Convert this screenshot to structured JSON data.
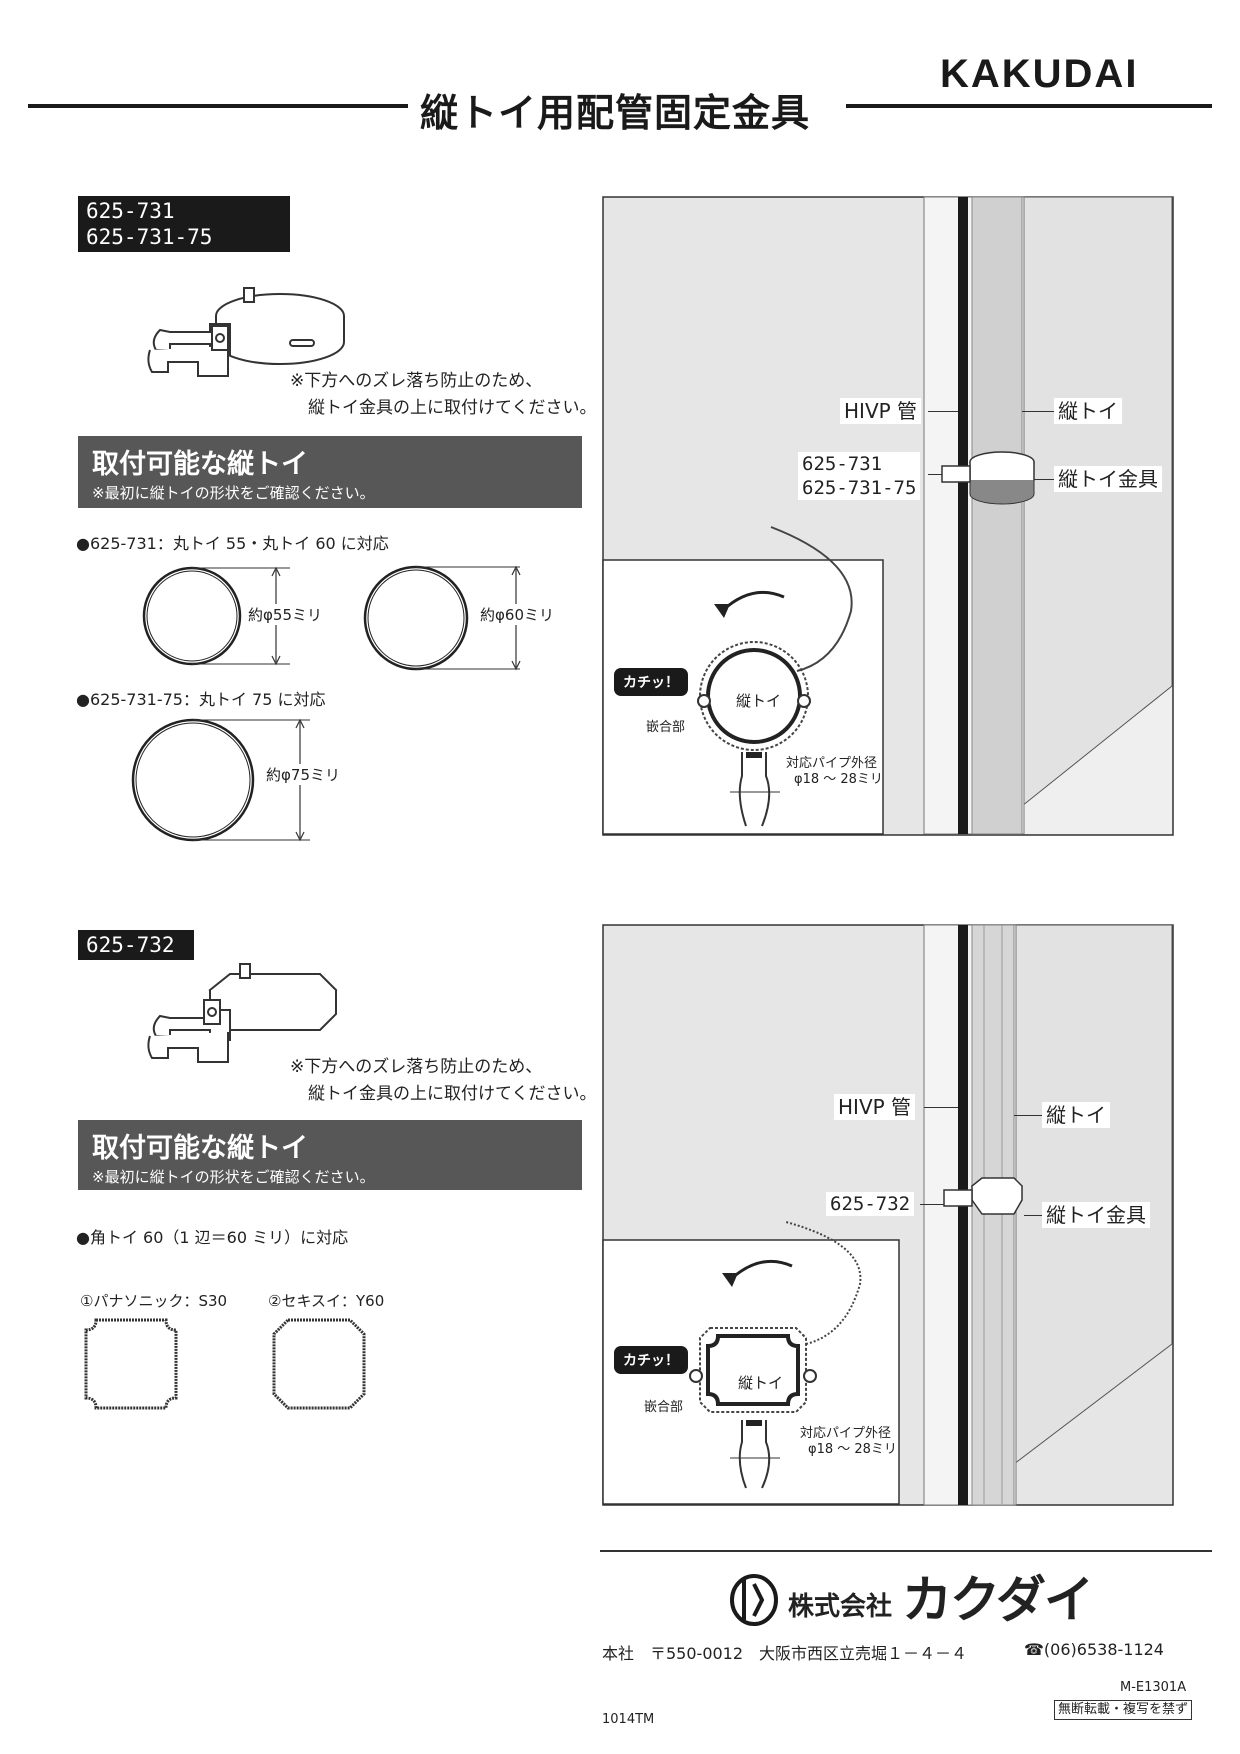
{
  "header": {
    "brand": "KAKUDAI",
    "title": "縦トイ用配管固定金具"
  },
  "section1": {
    "codes": [
      "625-731",
      "625-731-75"
    ],
    "note_line1": "※下方へのズレ落ち防止のため、",
    "note_line2": "縦トイ金具の上に取付けてください。",
    "banner_title": "取付可能な縦トイ",
    "banner_sub": "※最初に縦トイの形状をご確認ください。",
    "spec1": "●625-731：丸トイ 55・丸トイ 60 に対応",
    "dim55": "約φ55ミリ",
    "dim60": "約φ60ミリ",
    "spec2": "●625-731-75：丸トイ 75 に対応",
    "dim75": "約φ75ミリ",
    "diagram": {
      "hivp": "HIVP 管",
      "tate_toi": "縦トイ",
      "code1": "625-731",
      "code2": "625-731-75",
      "bracket": "縦トイ金具",
      "click": "カチッ！",
      "joint": "嵌合部",
      "pipe_center": "縦トイ",
      "pipe_range1": "対応パイプ外径",
      "pipe_range2": "φ18 ～ 28ミリ"
    }
  },
  "section2": {
    "code": "625-732",
    "note_line1": "※下方へのズレ落ち防止のため、",
    "note_line2": "縦トイ金具の上に取付けてください。",
    "banner_title": "取付可能な縦トイ",
    "banner_sub": "※最初に縦トイの形状をご確認ください。",
    "spec1": "●角トイ 60（1 辺＝60 ミリ）に対応",
    "opt1": "①パナソニック：S30",
    "opt2": "②セキスイ：Y60",
    "diagram": {
      "hivp": "HIVP 管",
      "tate_toi": "縦トイ",
      "code": "625-732",
      "bracket": "縦トイ金具",
      "click": "カチッ！",
      "joint": "嵌合部",
      "pipe_center": "縦トイ",
      "pipe_range1": "対応パイプ外径",
      "pipe_range2": "φ18 ～ 28ミリ"
    }
  },
  "footer": {
    "company": "株式会社",
    "company_name": "カクダイ",
    "address": "本社　〒550-0012　大阪市西区立売堀１－４－４",
    "phone": "☎(06)6538-1124",
    "doc_code": "M-E1301A",
    "print_code": "1014TM",
    "copyright": "無断転載・複写を禁ず"
  }
}
